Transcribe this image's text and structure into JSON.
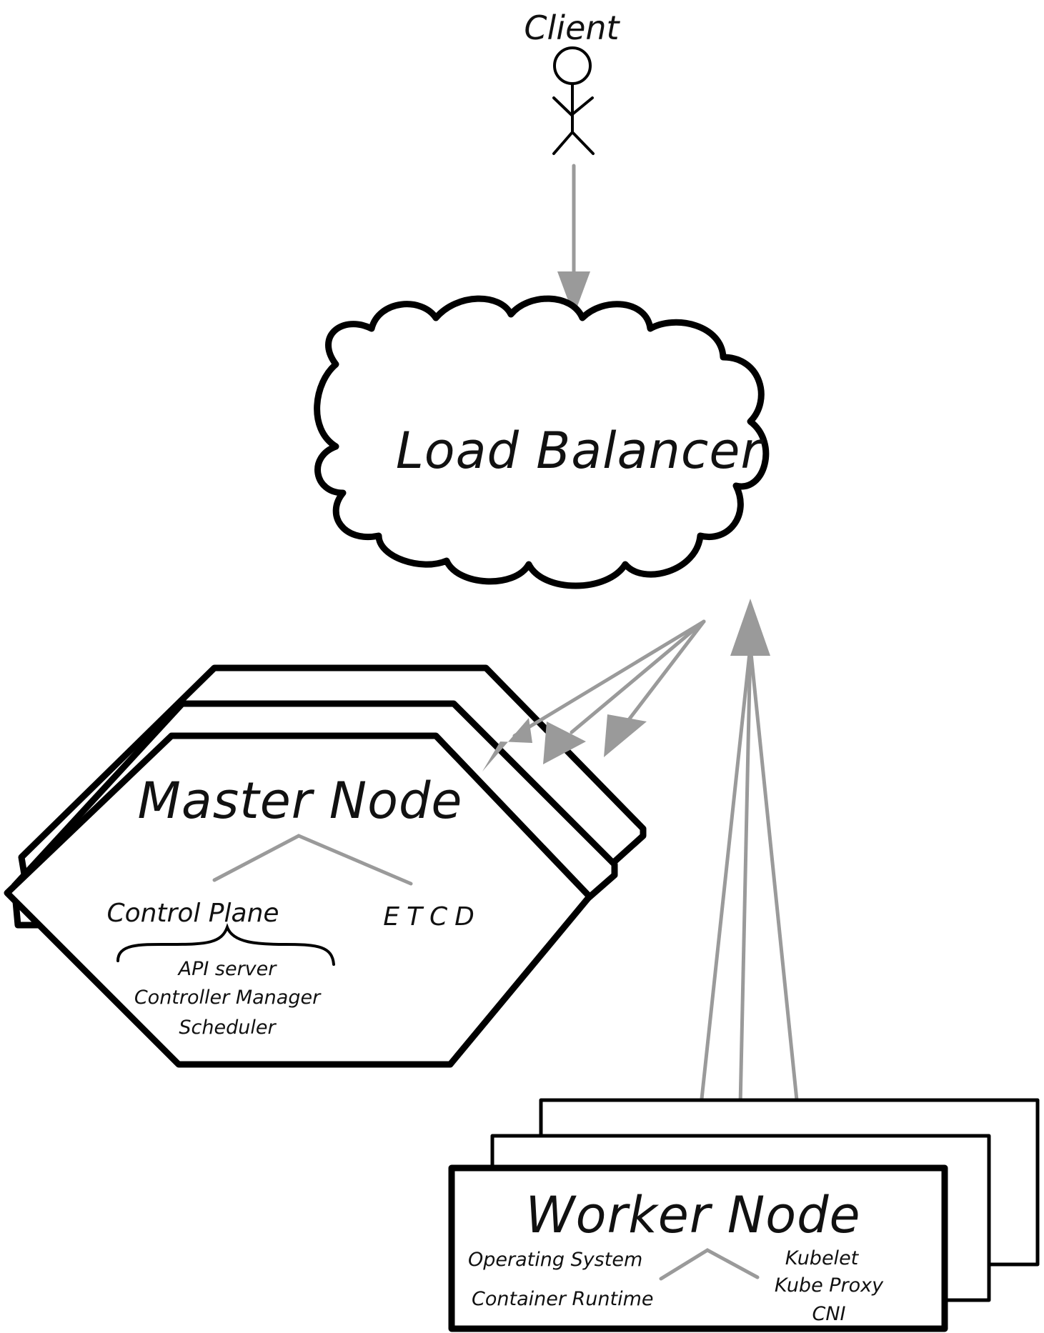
{
  "client": {
    "label": "Client"
  },
  "load_balancer": {
    "label": "Load Balancer"
  },
  "master_node": {
    "title": "Master Node",
    "control_plane": "Control Plane",
    "etcd": "ETCD",
    "components": [
      "API server",
      "Controller Manager",
      "Scheduler"
    ]
  },
  "worker_node": {
    "title": "Worker Node",
    "left_items": [
      "Operating System",
      "Container Runtime"
    ],
    "right_items": [
      "Kubelet",
      "Kube Proxy",
      "CNI"
    ]
  },
  "colors": {
    "ink": "#000000",
    "arrow": "#9a9a9a",
    "background": "#ffffff"
  },
  "icons": {
    "client": "stick-figure-icon",
    "load_balancer": "cloud-icon"
  }
}
